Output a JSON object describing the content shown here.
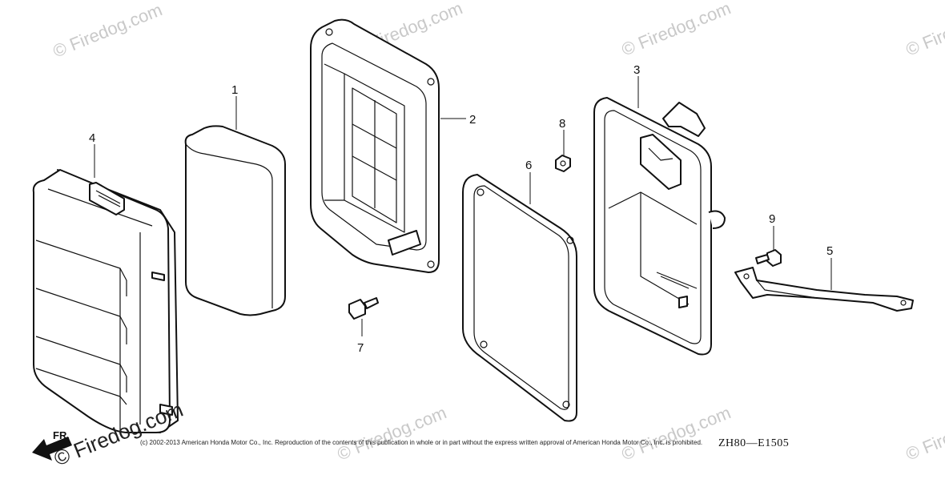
{
  "diagram": {
    "callouts": [
      "1",
      "2",
      "3",
      "4",
      "5",
      "6",
      "7",
      "8",
      "9"
    ],
    "direction_label": "FR.",
    "diagram_code": "ZH80—E1505",
    "watermark": "© Firedog.com",
    "copyright": "(c) 2002-2013 American Honda Motor Co., Inc. Reproduction of the contents of this publication in whole or in part without the express written approval of American Honda Motor Co., Inc. is prohibited."
  }
}
